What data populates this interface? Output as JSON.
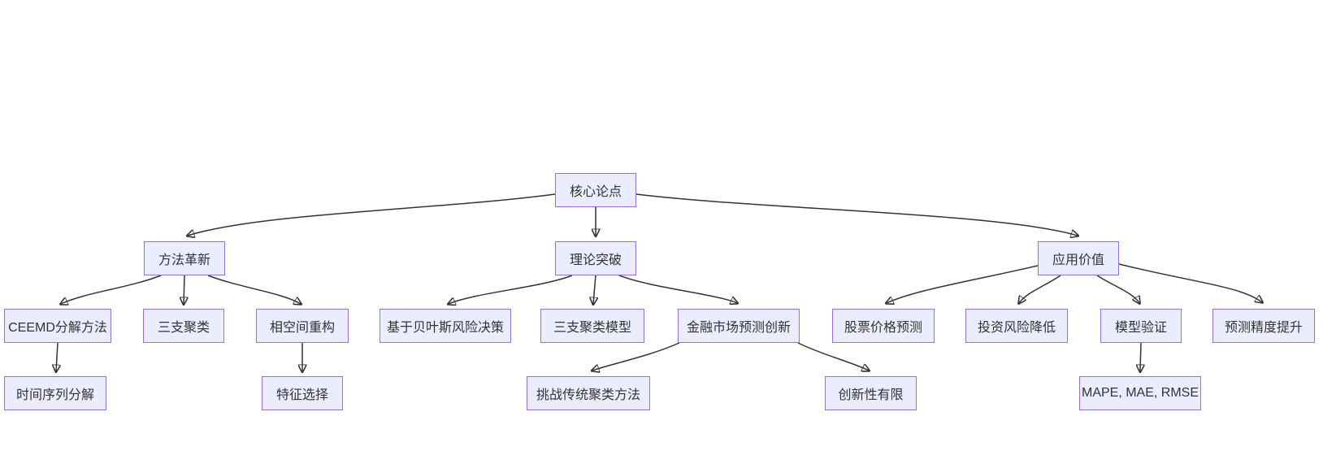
{
  "diagram": {
    "type": "flowchart-top-down",
    "colors": {
      "background": "#ffffff",
      "node_fill": "#ECECFF",
      "node_border": "#9370DB",
      "node_text": "#333333",
      "edge": "#333333"
    },
    "nodes": {
      "root": {
        "label": "核心论点",
        "level": 1
      },
      "method": {
        "label": "方法革新",
        "level": 2
      },
      "theory": {
        "label": "理论突破",
        "level": 2
      },
      "application": {
        "label": "应用价值",
        "level": 2
      },
      "ceemd": {
        "label": "CEEMD分解方法",
        "level": 3
      },
      "threeway": {
        "label": "三支聚类",
        "level": 3
      },
      "phase": {
        "label": "相空间重构",
        "level": 3
      },
      "bayes": {
        "label": "基于贝叶斯风险决策",
        "level": 3
      },
      "twmodel": {
        "label": "三支聚类模型",
        "level": 3
      },
      "fininno": {
        "label": "金融市场预测创新",
        "level": 3
      },
      "stock": {
        "label": "股票价格预测",
        "level": 3
      },
      "risk": {
        "label": "投资风险降低",
        "level": 3
      },
      "validation": {
        "label": "模型验证",
        "level": 3
      },
      "accuracy": {
        "label": "预测精度提升",
        "level": 3
      },
      "tsdecomp": {
        "label": "时间序列分解",
        "level": 4
      },
      "feature": {
        "label": "特征选择",
        "level": 4
      },
      "challenge": {
        "label": "挑战传统聚类方法",
        "level": 4
      },
      "limited": {
        "label": "创新性有限",
        "level": 4
      },
      "metrics": {
        "label": "MAPE, MAE, RMSE",
        "level": 4
      }
    },
    "edges": [
      {
        "from": "root",
        "to": "method"
      },
      {
        "from": "root",
        "to": "theory"
      },
      {
        "from": "root",
        "to": "application"
      },
      {
        "from": "method",
        "to": "ceemd"
      },
      {
        "from": "method",
        "to": "threeway"
      },
      {
        "from": "method",
        "to": "phase"
      },
      {
        "from": "theory",
        "to": "bayes"
      },
      {
        "from": "theory",
        "to": "twmodel"
      },
      {
        "from": "theory",
        "to": "fininno"
      },
      {
        "from": "application",
        "to": "stock"
      },
      {
        "from": "application",
        "to": "risk"
      },
      {
        "from": "application",
        "to": "validation"
      },
      {
        "from": "application",
        "to": "accuracy"
      },
      {
        "from": "ceemd",
        "to": "tsdecomp"
      },
      {
        "from": "phase",
        "to": "feature"
      },
      {
        "from": "fininno",
        "to": "challenge"
      },
      {
        "from": "fininno",
        "to": "limited"
      },
      {
        "from": "validation",
        "to": "metrics"
      }
    ]
  }
}
